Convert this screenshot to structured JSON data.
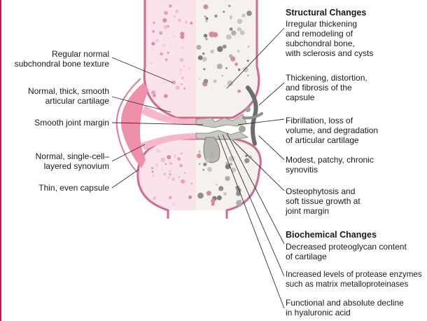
{
  "headings": {
    "structural": "Structural Changes",
    "biochemical": "Biochemical Changes"
  },
  "left_labels": [
    {
      "id": "subchondral-normal",
      "text": "Regular normal\nsubchondral bone texture"
    },
    {
      "id": "cartilage-normal",
      "text": "Normal, thick, smooth\narticular cartilage"
    },
    {
      "id": "joint-margin-normal",
      "text": "Smooth joint margin"
    },
    {
      "id": "synovium-normal",
      "text": "Normal, single-cell–\nlayered synovium"
    },
    {
      "id": "capsule-normal",
      "text": "Thin, even capsule"
    }
  ],
  "structural_labels": [
    {
      "id": "subchondral-changes",
      "text": "Irregular thickening\nand remodeling of\nsubchondral bone,\nwith sclerosis and cysts"
    },
    {
      "id": "capsule-changes",
      "text": "Thickening, distortion,\nand fibrosis of the\ncapsule"
    },
    {
      "id": "cartilage-changes",
      "text": "Fibrillation, loss of\nvolume, and degradation\nof articular cartilage"
    },
    {
      "id": "synovitis",
      "text": "Modest, patchy, chronic\nsynovitis"
    },
    {
      "id": "osteophytosis",
      "text": "Osteophytosis and\nsoft tissue growth at\njoint margin"
    }
  ],
  "biochemical_labels": [
    {
      "id": "proteoglycan",
      "text": "Decreased proteoglycan content\nof cartilage"
    },
    {
      "id": "protease",
      "text": "Increased levels of protease enzymes\nsuch as matrix metalloproteinases"
    },
    {
      "id": "hyaluronic",
      "text": "Functional and absolute decline\nin hyaluronic acid"
    }
  ],
  "colors": {
    "border": "#c2185b",
    "bone_outline": "#d26a8d",
    "bone_fill_left": "#fbe3ea",
    "bone_fill_right": "#f3f1ee",
    "cartilage_left": "#f7b7c9",
    "cartilage_right": "#c9c9c2",
    "synovium_left": "#ef8fa8",
    "capsule_right": "#6d6d6d",
    "leader": "#333333"
  }
}
